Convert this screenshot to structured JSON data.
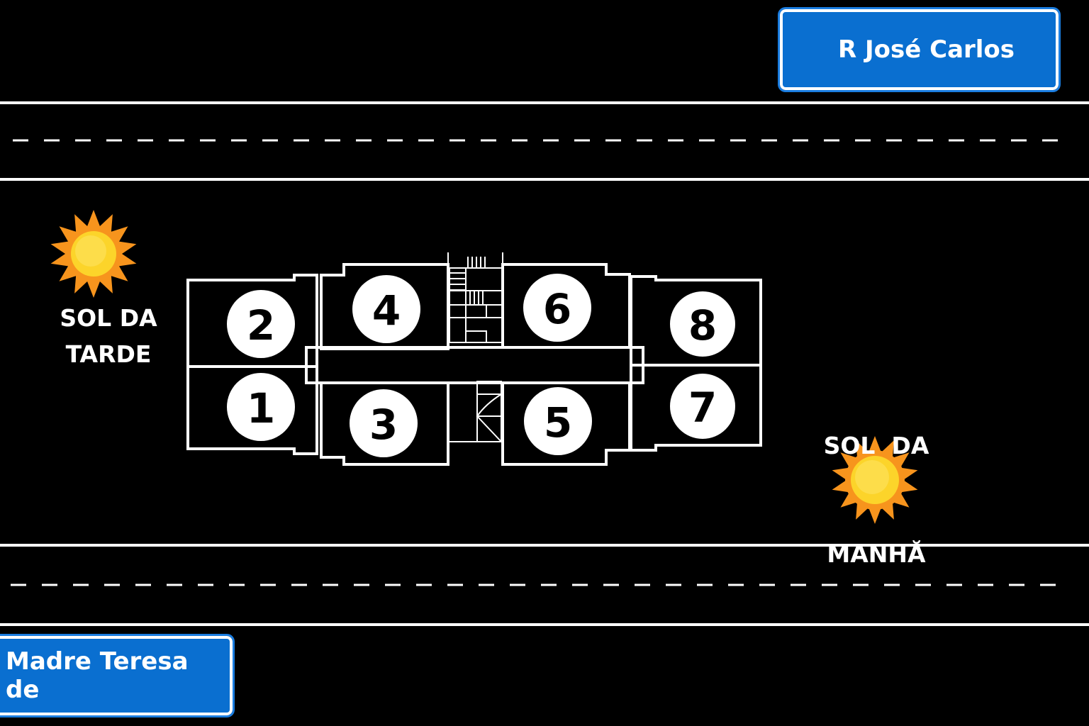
{
  "streets": {
    "top": "R José Carlos",
    "bottom": "Madre Teresa de"
  },
  "sun_labels": {
    "left": {
      "line1": "SOL DA",
      "line2": "TARDE"
    },
    "right": {
      "line1": "SOL  DA",
      "line2": "MANHĂ"
    }
  },
  "units": [
    "1",
    "2",
    "3",
    "4",
    "5",
    "6",
    "7",
    "8"
  ],
  "colors": {
    "sign": "#0a6fd0",
    "sun_outer": "#f7941d",
    "sun_inner": "#fcd42a",
    "background": "#000000"
  }
}
